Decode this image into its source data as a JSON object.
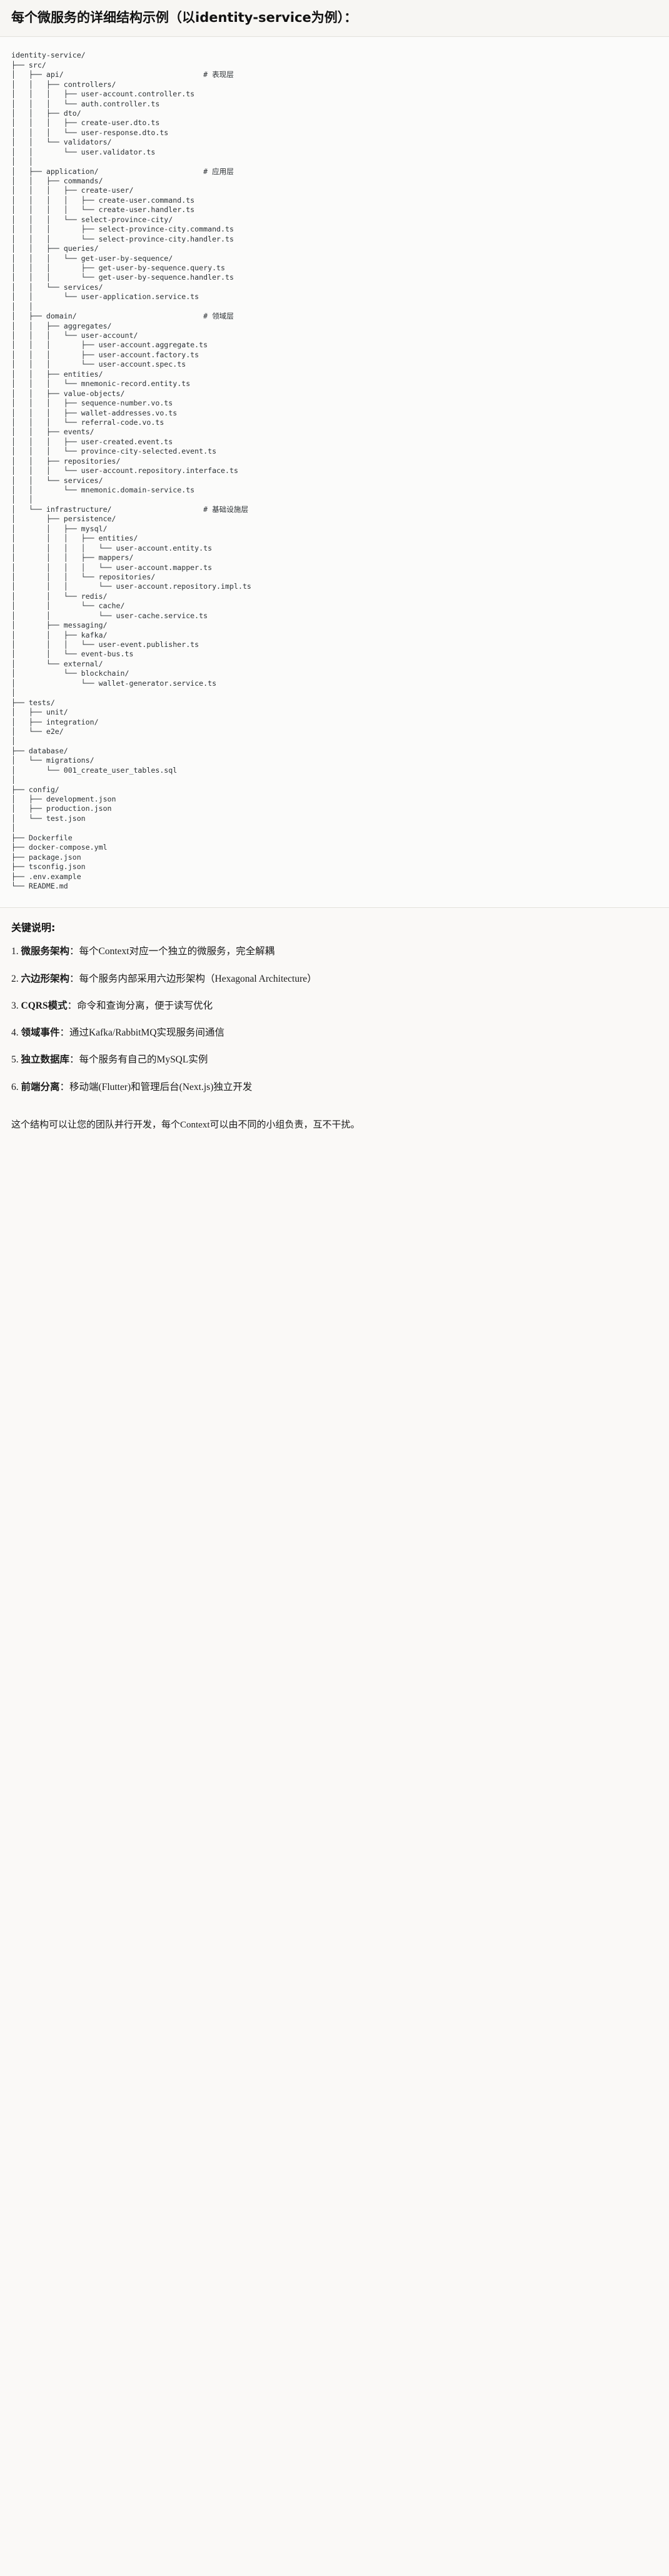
{
  "title": "每个微服务的详细结构示例（以identity-service为例）：",
  "tree": {
    "root": "identity-service/",
    "lines": [
      {
        "text": "identity-service/",
        "comment": ""
      },
      {
        "text": "├── src/",
        "comment": ""
      },
      {
        "text": "│   ├── api/",
        "comment": "# 表现层"
      },
      {
        "text": "│   │   ├── controllers/",
        "comment": ""
      },
      {
        "text": "│   │   │   ├── user-account.controller.ts",
        "comment": ""
      },
      {
        "text": "│   │   │   └── auth.controller.ts",
        "comment": ""
      },
      {
        "text": "│   │   ├── dto/",
        "comment": ""
      },
      {
        "text": "│   │   │   ├── create-user.dto.ts",
        "comment": ""
      },
      {
        "text": "│   │   │   └── user-response.dto.ts",
        "comment": ""
      },
      {
        "text": "│   │   └── validators/",
        "comment": ""
      },
      {
        "text": "│   │       └── user.validator.ts",
        "comment": ""
      },
      {
        "text": "│   │",
        "comment": ""
      },
      {
        "text": "│   ├── application/",
        "comment": "# 应用层"
      },
      {
        "text": "│   │   ├── commands/",
        "comment": ""
      },
      {
        "text": "│   │   │   ├── create-user/",
        "comment": ""
      },
      {
        "text": "│   │   │   │   ├── create-user.command.ts",
        "comment": ""
      },
      {
        "text": "│   │   │   │   └── create-user.handler.ts",
        "comment": ""
      },
      {
        "text": "│   │   │   └── select-province-city/",
        "comment": ""
      },
      {
        "text": "│   │   │       ├── select-province-city.command.ts",
        "comment": ""
      },
      {
        "text": "│   │   │       └── select-province-city.handler.ts",
        "comment": ""
      },
      {
        "text": "│   │   ├── queries/",
        "comment": ""
      },
      {
        "text": "│   │   │   └── get-user-by-sequence/",
        "comment": ""
      },
      {
        "text": "│   │   │       ├── get-user-by-sequence.query.ts",
        "comment": ""
      },
      {
        "text": "│   │   │       └── get-user-by-sequence.handler.ts",
        "comment": ""
      },
      {
        "text": "│   │   └── services/",
        "comment": ""
      },
      {
        "text": "│   │       └── user-application.service.ts",
        "comment": ""
      },
      {
        "text": "│   │",
        "comment": ""
      },
      {
        "text": "│   ├── domain/",
        "comment": "# 领域层"
      },
      {
        "text": "│   │   ├── aggregates/",
        "comment": ""
      },
      {
        "text": "│   │   │   └── user-account/",
        "comment": ""
      },
      {
        "text": "│   │   │       ├── user-account.aggregate.ts",
        "comment": ""
      },
      {
        "text": "│   │   │       ├── user-account.factory.ts",
        "comment": ""
      },
      {
        "text": "│   │   │       └── user-account.spec.ts",
        "comment": ""
      },
      {
        "text": "│   │   ├── entities/",
        "comment": ""
      },
      {
        "text": "│   │   │   └── mnemonic-record.entity.ts",
        "comment": ""
      },
      {
        "text": "│   │   ├── value-objects/",
        "comment": ""
      },
      {
        "text": "│   │   │   ├── sequence-number.vo.ts",
        "comment": ""
      },
      {
        "text": "│   │   │   ├── wallet-addresses.vo.ts",
        "comment": ""
      },
      {
        "text": "│   │   │   └── referral-code.vo.ts",
        "comment": ""
      },
      {
        "text": "│   │   ├── events/",
        "comment": ""
      },
      {
        "text": "│   │   │   ├── user-created.event.ts",
        "comment": ""
      },
      {
        "text": "│   │   │   └── province-city-selected.event.ts",
        "comment": ""
      },
      {
        "text": "│   │   ├── repositories/",
        "comment": ""
      },
      {
        "text": "│   │   │   └── user-account.repository.interface.ts",
        "comment": ""
      },
      {
        "text": "│   │   └── services/",
        "comment": ""
      },
      {
        "text": "│   │       └── mnemonic.domain-service.ts",
        "comment": ""
      },
      {
        "text": "│   │",
        "comment": ""
      },
      {
        "text": "│   └── infrastructure/",
        "comment": "# 基础设施层"
      },
      {
        "text": "│       ├── persistence/",
        "comment": ""
      },
      {
        "text": "│       │   ├── mysql/",
        "comment": ""
      },
      {
        "text": "│       │   │   ├── entities/",
        "comment": ""
      },
      {
        "text": "│       │   │   │   └── user-account.entity.ts",
        "comment": ""
      },
      {
        "text": "│       │   │   ├── mappers/",
        "comment": ""
      },
      {
        "text": "│       │   │   │   └── user-account.mapper.ts",
        "comment": ""
      },
      {
        "text": "│       │   │   └── repositories/",
        "comment": ""
      },
      {
        "text": "│       │   │       └── user-account.repository.impl.ts",
        "comment": ""
      },
      {
        "text": "│       │   └── redis/",
        "comment": ""
      },
      {
        "text": "│       │       └── cache/",
        "comment": ""
      },
      {
        "text": "│       │           └── user-cache.service.ts",
        "comment": ""
      },
      {
        "text": "│       ├── messaging/",
        "comment": ""
      },
      {
        "text": "│       │   ├── kafka/",
        "comment": ""
      },
      {
        "text": "│       │   │   └── user-event.publisher.ts",
        "comment": ""
      },
      {
        "text": "│       │   └── event-bus.ts",
        "comment": ""
      },
      {
        "text": "│       └── external/",
        "comment": ""
      },
      {
        "text": "│           └── blockchain/",
        "comment": ""
      },
      {
        "text": "│               └── wallet-generator.service.ts",
        "comment": ""
      },
      {
        "text": "│",
        "comment": ""
      },
      {
        "text": "├── tests/",
        "comment": ""
      },
      {
        "text": "│   ├── unit/",
        "comment": ""
      },
      {
        "text": "│   ├── integration/",
        "comment": ""
      },
      {
        "text": "│   └── e2e/",
        "comment": ""
      },
      {
        "text": "│",
        "comment": ""
      },
      {
        "text": "├── database/",
        "comment": ""
      },
      {
        "text": "│   └── migrations/",
        "comment": ""
      },
      {
        "text": "│       └── 001_create_user_tables.sql",
        "comment": ""
      },
      {
        "text": "│",
        "comment": ""
      },
      {
        "text": "├── config/",
        "comment": ""
      },
      {
        "text": "│   ├── development.json",
        "comment": ""
      },
      {
        "text": "│   ├── production.json",
        "comment": ""
      },
      {
        "text": "│   └── test.json",
        "comment": ""
      },
      {
        "text": "│",
        "comment": ""
      },
      {
        "text": "├── Dockerfile",
        "comment": ""
      },
      {
        "text": "├── docker-compose.yml",
        "comment": ""
      },
      {
        "text": "├── package.json",
        "comment": ""
      },
      {
        "text": "├── tsconfig.json",
        "comment": ""
      },
      {
        "text": "├── .env.example",
        "comment": ""
      },
      {
        "text": "└── README.md",
        "comment": ""
      }
    ],
    "comment_column": 44
  },
  "notes": {
    "heading": "关键说明:",
    "items": [
      {
        "num": "1.",
        "label": "微服务架构",
        "sep": "：",
        "desc": "每个Context对应一个独立的微服务，完全解耦"
      },
      {
        "num": "2.",
        "label": "六边形架构",
        "sep": "：",
        "desc": "每个服务内部采用六边形架构（Hexagonal Architecture）"
      },
      {
        "num": "3.",
        "label": "CQRS模式",
        "sep": "：",
        "desc": "命令和查询分离，便于读写优化"
      },
      {
        "num": "4.",
        "label": "领域事件",
        "sep": "：",
        "desc": "通过Kafka/RabbitMQ实现服务间通信"
      },
      {
        "num": "5.",
        "label": "独立数据库",
        "sep": "：",
        "desc": "每个服务有自己的MySQL实例"
      },
      {
        "num": "6.",
        "label": "前端分离",
        "sep": "：",
        "desc": "移动端(Flutter)和管理后台(Next.js)独立开发"
      }
    ],
    "closing": "这个结构可以让您的团队并行开发，每个Context可以由不同的小组负责，互不干扰。"
  },
  "colors": {
    "page_bg": "#faf9f7",
    "code_bg": "#fbfbfa",
    "title_bg": "#f7f6f3",
    "text": "#1a1a1a",
    "code_text": "#2b3034",
    "divider": "#e3e1dc"
  }
}
